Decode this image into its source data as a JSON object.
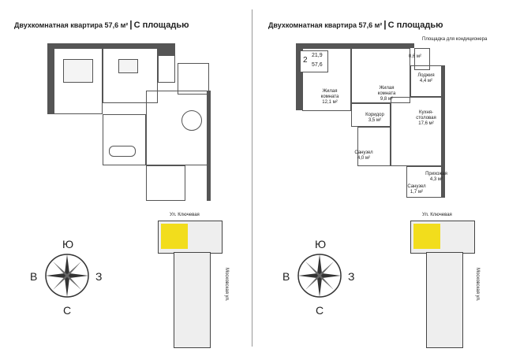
{
  "left_panel": {
    "title": "Двухкомнатная квартира 57,6 м²",
    "subtitle": "С площадью"
  },
  "right_panel": {
    "title": "Двухкомнатная квартира 57,6 м²",
    "subtitle": "С площадью",
    "badge": {
      "rooms": "2",
      "living_area": "21,9",
      "total_area": "57,6"
    },
    "rooms": {
      "ac_platform": "Площадка для кондиционера",
      "ac_area": "0,6 м²",
      "loggia": "Лоджия\n4,4 м²",
      "living1": "Жилая\nкомната\n12,1 м²",
      "living2": "Жилая\nкомната\n9,8 м²",
      "corridor": "Коридор\n3,5 м²",
      "kitchen": "Кухня-\nстоловая\n17,6 м²",
      "bath1": "Санузел\n4,0 м²",
      "hall": "Прихожая\n4,3 м²",
      "bath2": "Санузел\n1,7 м²"
    }
  },
  "compass": {
    "north": "С",
    "south": "Ю",
    "east": "В",
    "west": "З"
  },
  "site_plan": {
    "street_top": "Ул. Ключевая",
    "street_side": "Московская ул.",
    "highlight_color": "#f2dd1c"
  }
}
